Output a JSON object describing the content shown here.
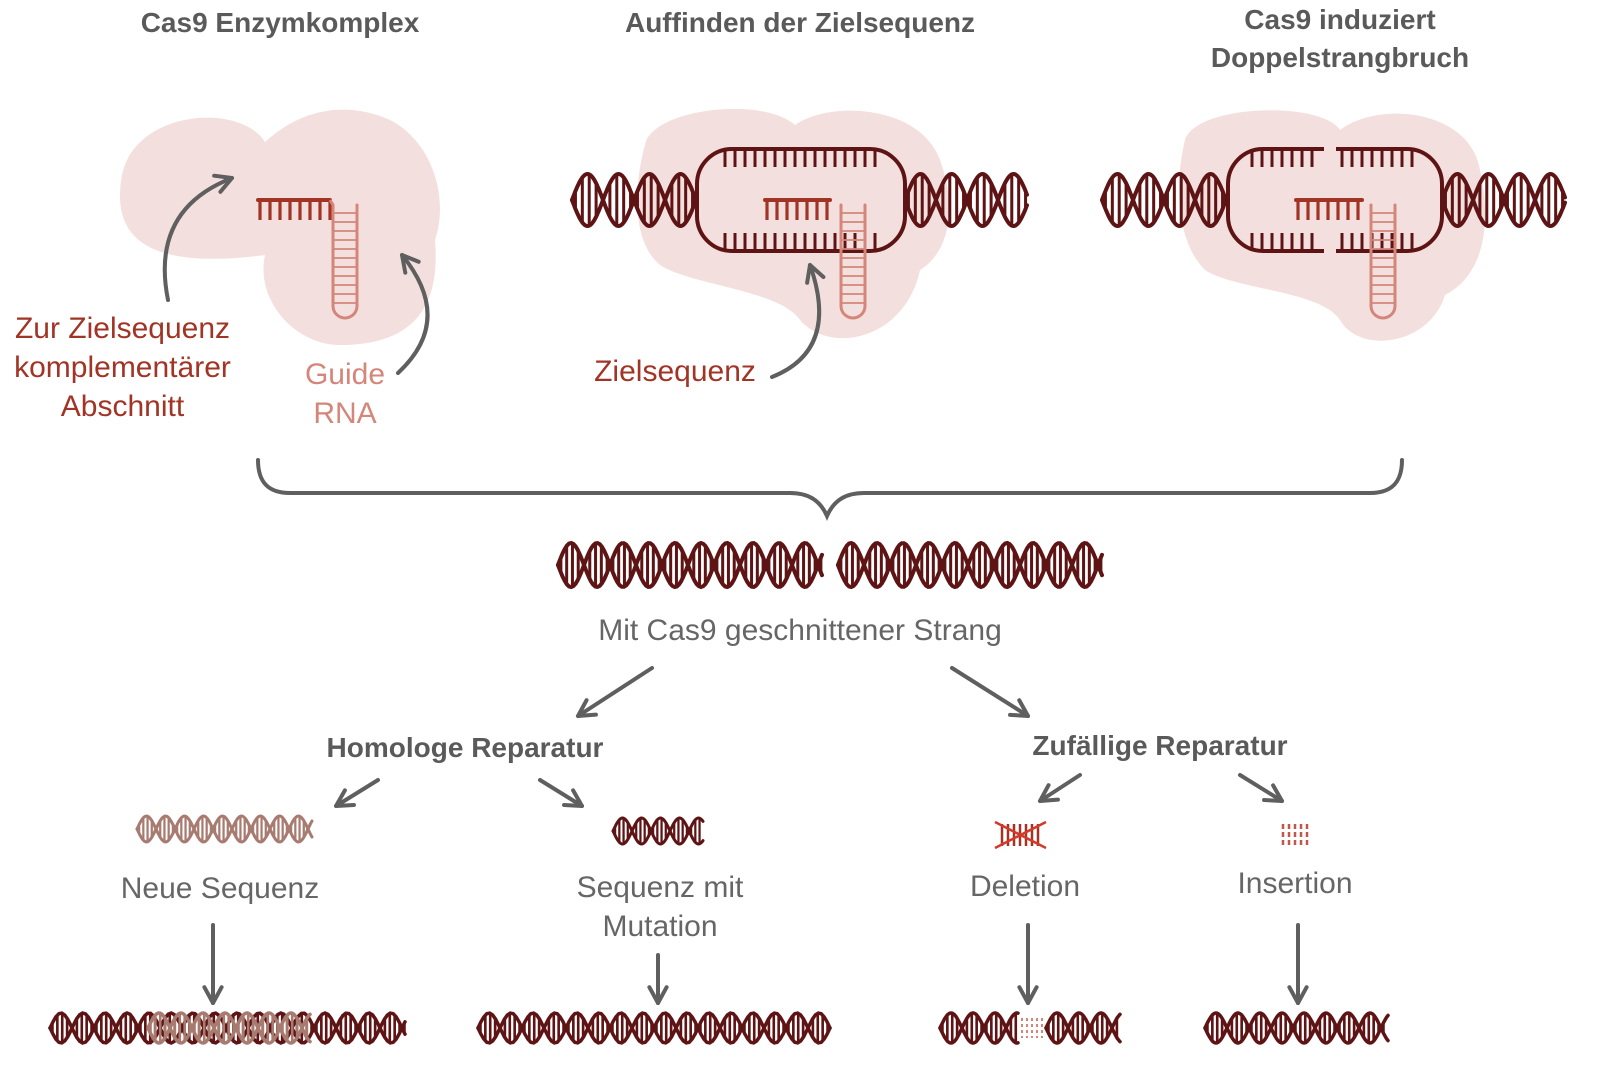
{
  "titles": {
    "complex": "Cas9 Enzymkomplex",
    "find": "Auffinden der Zielsequenz",
    "cut_line1": "Cas9 induziert",
    "cut_line2": "Doppelstrangbruch"
  },
  "labels": {
    "complementary_line1": "Zur Zielsequenz",
    "complementary_line2": "komplementärer",
    "complementary_line3": "Abschnitt",
    "guide_line1": "Guide",
    "guide_line2": "RNA",
    "target": "Zielsequenz",
    "cut_strand": "Mit Cas9 geschnittener Strang"
  },
  "repair": {
    "homologous": "Homologe Reparatur",
    "random": "Zufällige Reparatur"
  },
  "outcomes": {
    "new_sequence": "Neue Sequenz",
    "mutation_line1": "Sequenz mit",
    "mutation_line2": "Mutation",
    "deletion": "Deletion",
    "insertion": "Insertion"
  },
  "colors": {
    "dna": "#5e1414",
    "enzyme": "#f3e0de",
    "complementary": "#a23425",
    "guide": "#d4867a",
    "new_dna": "#a87b70",
    "arrow": "#5f5f5f"
  }
}
